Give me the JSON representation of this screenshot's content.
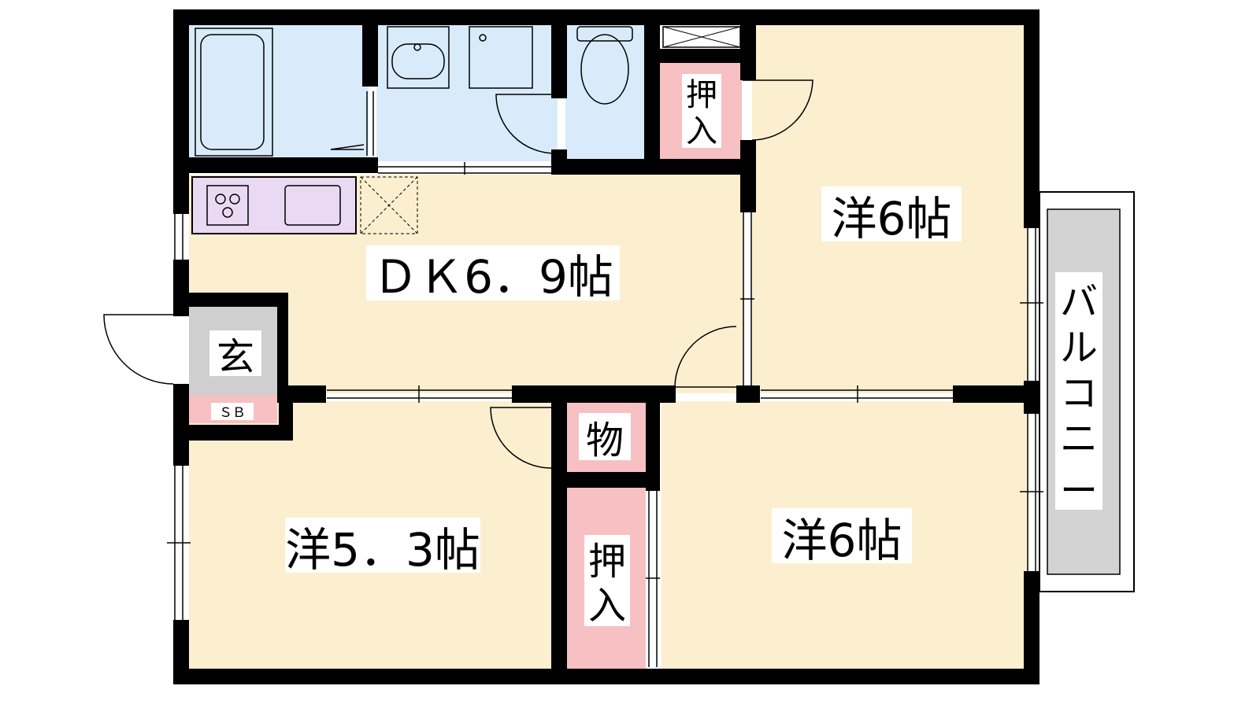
{
  "colors": {
    "wall": "#000000",
    "room_floor": "#fcefd0",
    "wet_area": "#d9ebfb",
    "kitchen_counter": "#ead9f2",
    "closet": "#f7c0c2",
    "entrance": "#cfcfcf",
    "balcony": "#d3d3d3"
  },
  "rooms": {
    "dk": "ＤＫ6．9帖",
    "western_upper_right": "洋6帖",
    "western_lower_right": "洋6帖",
    "western_lower_left": "洋5．3帖",
    "entrance": "玄",
    "shoebox": "ＳＢ",
    "storage": "物",
    "closet_upper_char1": "押",
    "closet_upper_char2": "入",
    "closet_lower_char1": "押",
    "closet_lower_char2": "入",
    "balcony_chars": [
      "バ",
      "ル",
      "コ",
      "ニ",
      "ー"
    ]
  },
  "icons": [
    "bathtub-icon",
    "washbasin-icon",
    "washing-machine-pan-icon",
    "toilet-icon",
    "stove-icon",
    "sink-icon",
    "fridge-space-icon"
  ]
}
